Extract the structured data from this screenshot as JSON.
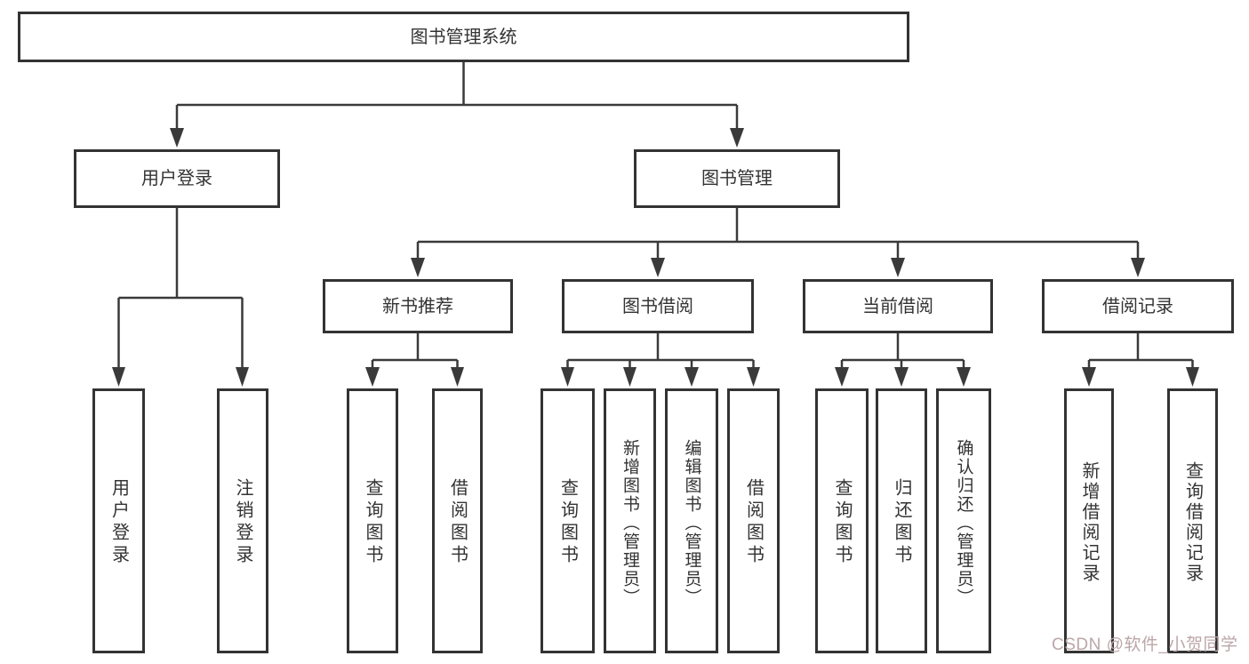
{
  "title": "图书管理系统",
  "watermark": "CSDN @软件_小贺同学",
  "colors": {
    "box_border": "#333333",
    "box_fill": "#ffffff",
    "connector": "#3a3a3a",
    "text": "#333333",
    "watermark": "#bca6a8",
    "background": "#ffffff"
  },
  "nodes": {
    "root": "图书管理系统",
    "user_login": "用户登录",
    "book_management": "图书管理",
    "user_login_leaf": "用户登录",
    "logout_leaf": "注销登录",
    "new_book_recommend": "新书推荐",
    "book_borrowing": "图书借阅",
    "current_borrowing": "当前借阅",
    "borrowing_records": "借阅记录",
    "nbr_query_books": "查询图书",
    "nbr_borrow_books": "借阅图书",
    "bb_query_books": "查询图书",
    "bb_add_books": "新增图书（管理员）",
    "bb_edit_books": "编辑图书（管理员）",
    "bb_borrow_books": "借阅图书",
    "cb_query_books": "查询图书",
    "cb_return_books": "归还图书",
    "cb_confirm_return": "确认归还（管理员）",
    "br_add_record": "新增借阅记录",
    "br_query_record": "查询借阅记录"
  },
  "hierarchy": {
    "图书管理系统": {
      "用户登录": [
        "用户登录",
        "注销登录"
      ],
      "图书管理": {
        "新书推荐": [
          "查询图书",
          "借阅图书"
        ],
        "图书借阅": [
          "查询图书",
          "新增图书（管理员）",
          "编辑图书（管理员）",
          "借阅图书"
        ],
        "当前借阅": [
          "查询图书",
          "归还图书",
          "确认归还（管理员）"
        ],
        "借阅记录": [
          "新增借阅记录",
          "查询借阅记录"
        ]
      }
    }
  }
}
